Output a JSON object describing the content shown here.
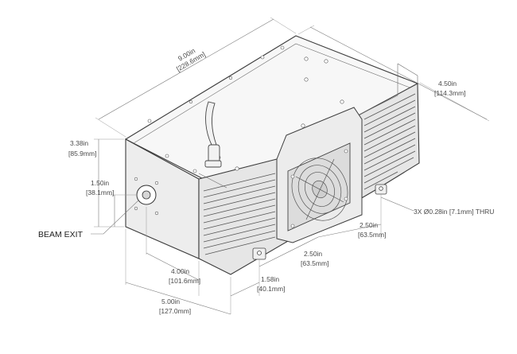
{
  "labels": {
    "beam_exit": "BEAM EXIT",
    "length": "9.00in",
    "length_mm": "[228.6mm]",
    "width": "4.50in",
    "width_mm": "[114.3mm]",
    "height": "3.38in",
    "height_mm": "[85.9mm]",
    "beam_height": "1.50in",
    "beam_height_mm": "[38.1mm]",
    "beam_offset": "4.00in",
    "beam_offset_mm": "[101.6mm]",
    "hole_x": "5.00in",
    "hole_x_mm": "[127.0mm]",
    "hole_inset": "1.58in",
    "hole_inset_mm": "[40.1mm]",
    "hole_pitch_1": "2.50in",
    "hole_pitch_1_mm": "[63.5mm]",
    "hole_pitch_2": "2.50in",
    "hole_pitch_2_mm": "[63.5mm]",
    "thru_holes": "3X  Ø0.28in [7.1mm]  THRU"
  },
  "colors": {
    "line": "#3c3c3c",
    "dimension": "#7a7a7a",
    "text": "#4a4a4a",
    "fill_light": "#f4f4f4",
    "fill_shade": "#e2e2e2"
  }
}
